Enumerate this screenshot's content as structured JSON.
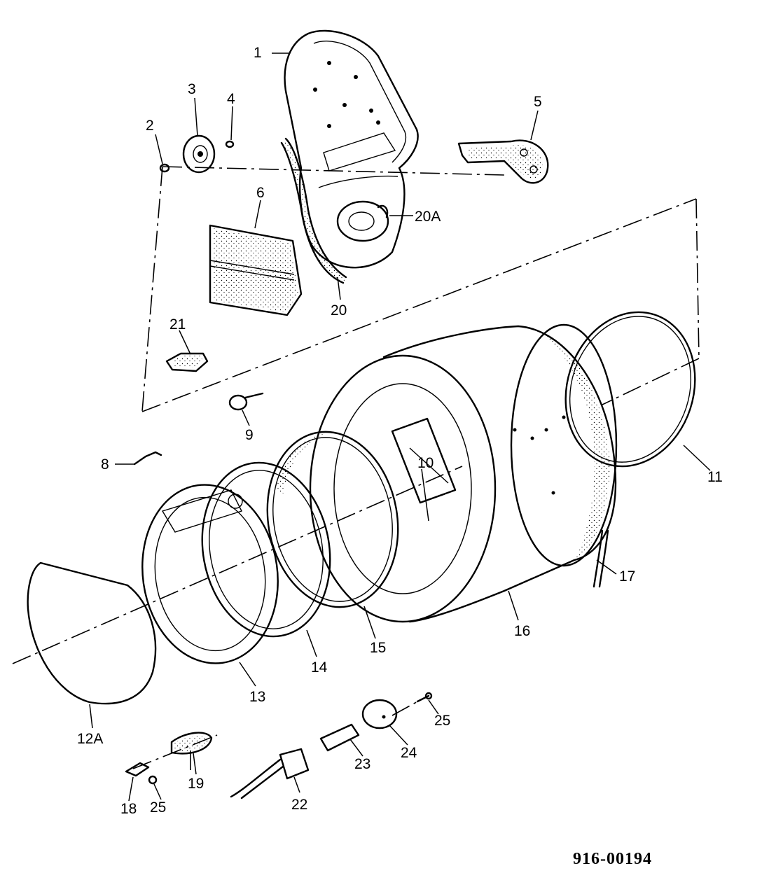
{
  "callouts": [
    "1",
    "2",
    "3",
    "4",
    "5",
    "6",
    "20A",
    "20",
    "21",
    "9",
    "8",
    "10",
    "11",
    "17",
    "16",
    "15",
    "14",
    "13",
    "12A",
    "25",
    "24",
    "23",
    "22",
    "19",
    "18",
    "25"
  ],
  "document_number": "916-00194",
  "colors": {
    "ink": "#000000",
    "paper": "#ffffff"
  }
}
